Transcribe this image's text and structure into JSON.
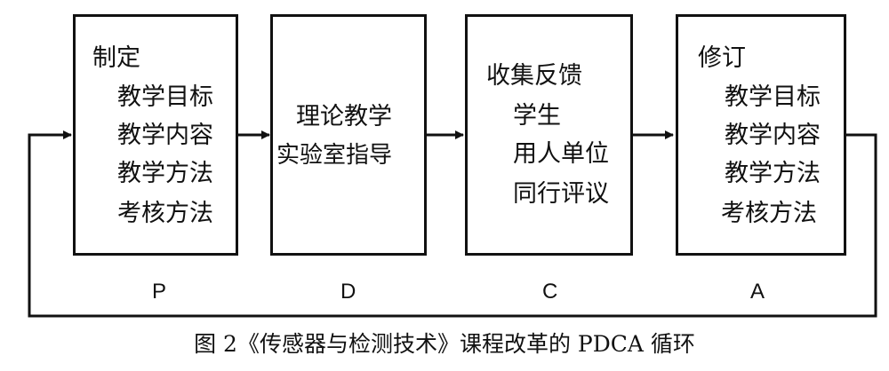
{
  "stages": [
    {
      "heading": "制定",
      "items": [
        "教学目标",
        "教学内容",
        "教学方法",
        "考核方法"
      ],
      "letter": "P"
    },
    {
      "heading": "",
      "items": [
        "理论教学",
        "实验室指导"
      ],
      "letter": "D"
    },
    {
      "heading": "收集反馈",
      "items": [
        "学生",
        "用人单位",
        "同行评议"
      ],
      "letter": "C"
    },
    {
      "heading": "修订",
      "items": [
        "教学目标",
        "教学内容",
        "教学方法",
        "考核方法"
      ],
      "letter": "A"
    }
  ],
  "caption": "图 2《传感器与检测技术》课程改革的 PDCA 循环",
  "colors": {
    "line": "#111111",
    "background": "#ffffff"
  }
}
